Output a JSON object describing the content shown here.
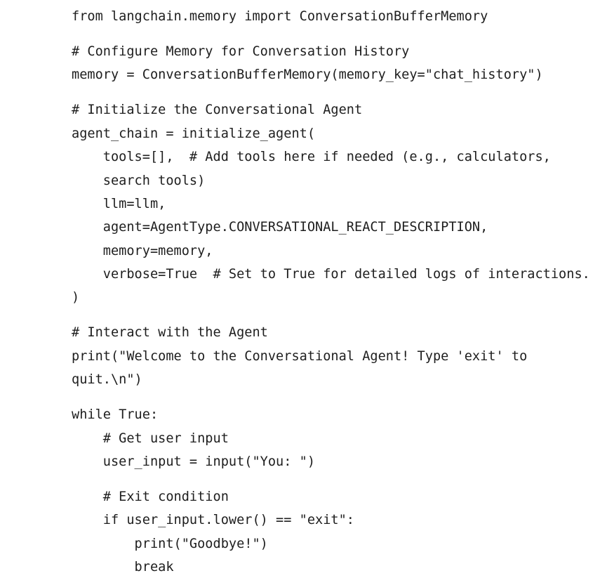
{
  "code": {
    "language": "python",
    "text_color": "#1e1e1e",
    "background_color": "#ffffff",
    "blocks": [
      {
        "lines": [
          "from langchain.memory import ConversationBufferMemory"
        ]
      },
      {
        "lines": [
          "# Configure Memory for Conversation History",
          "memory = ConversationBufferMemory(memory_key=\"chat_history\")"
        ]
      },
      {
        "lines": [
          "# Initialize the Conversational Agent",
          "agent_chain = initialize_agent(",
          "    tools=[],  # Add tools here if needed (e.g., calculators,",
          "    search tools)",
          "    llm=llm,",
          "    agent=AgentType.CONVERSATIONAL_REACT_DESCRIPTION,",
          "    memory=memory,",
          "    verbose=True  # Set to True for detailed logs of interactions.",
          ")"
        ]
      },
      {
        "lines": [
          "# Interact with the Agent",
          "print(\"Welcome to the Conversational Agent! Type 'exit' to",
          "quit.\\n\")"
        ]
      },
      {
        "lines": [
          "while True:",
          "    # Get user input",
          "    user_input = input(\"You: \")"
        ]
      },
      {
        "lines": [
          "    # Exit condition",
          "    if user_input.lower() == \"exit\":",
          "        print(\"Goodbye!\")",
          "        break"
        ]
      }
    ]
  }
}
